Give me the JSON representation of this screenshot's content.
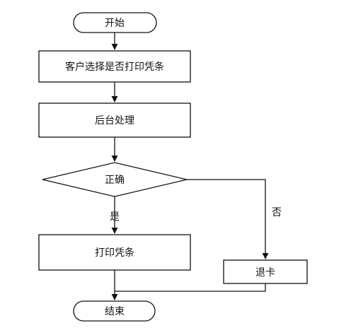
{
  "nodes": {
    "start": "开始",
    "select": "客户选择是否打印凭条",
    "process": "后台处理",
    "decision": "正确",
    "print": "打印凭条",
    "eject": "退卡",
    "end": "结束"
  },
  "edges": {
    "yes": "是",
    "no": "否"
  }
}
